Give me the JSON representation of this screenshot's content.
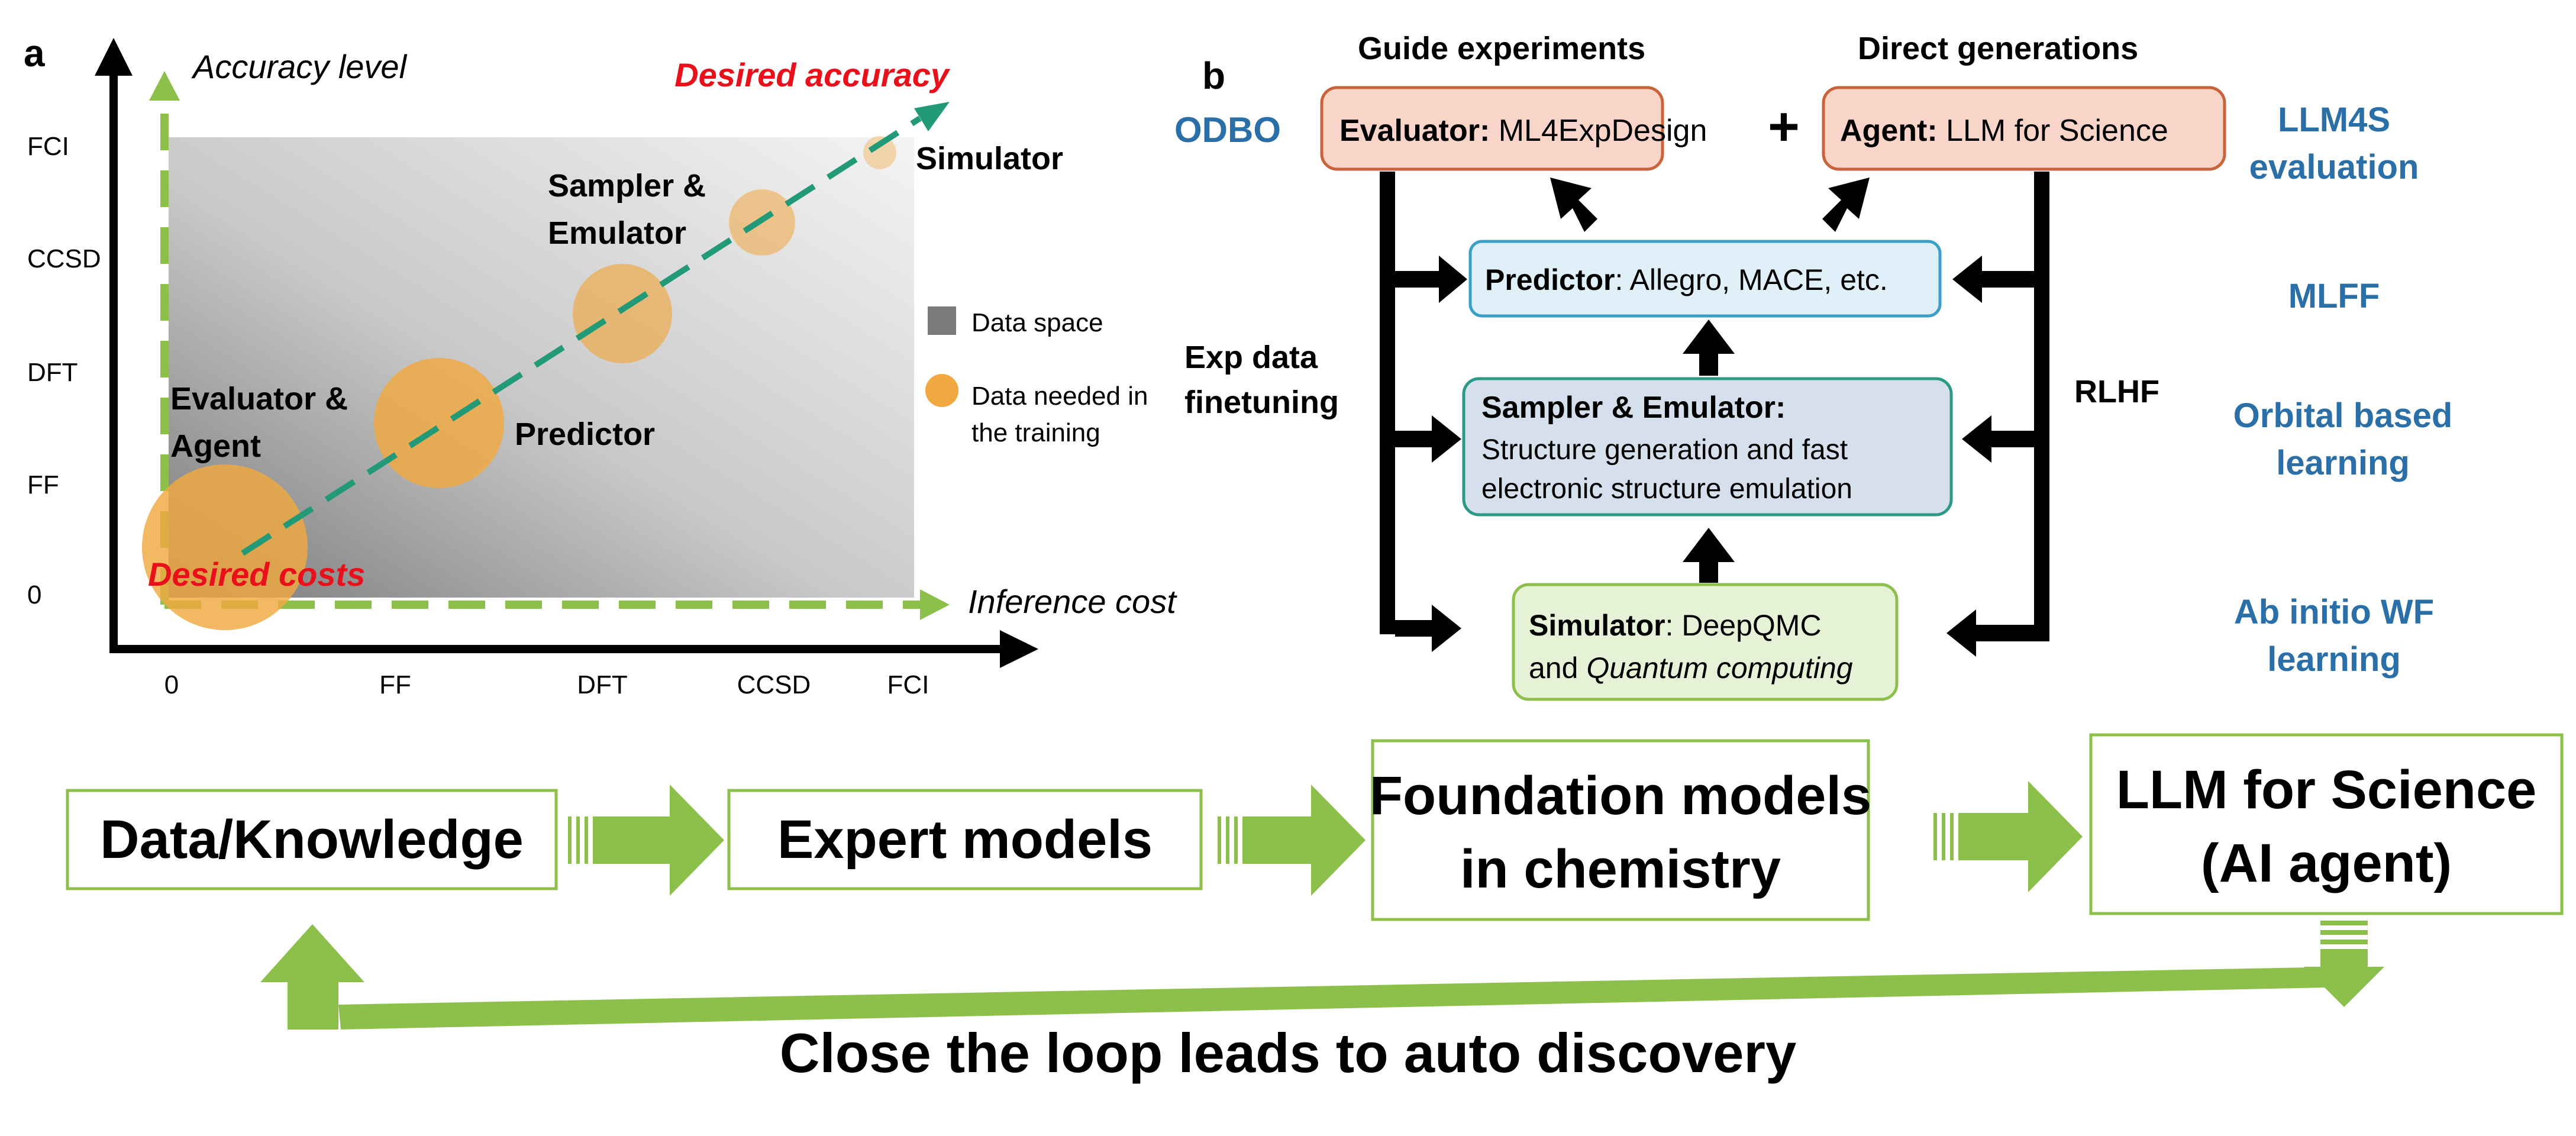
{
  "panel_a": {
    "letter": "a",
    "y_axis_title": "Accuracy level",
    "x_axis_title": "Inference cost",
    "y_ticks": [
      "FCI",
      "CCSD",
      "DFT",
      "FF",
      "0"
    ],
    "x_ticks": [
      "0",
      "FF",
      "DFT",
      "CCSD",
      "FCI"
    ],
    "desired_accuracy": "Desired accuracy",
    "desired_costs": "Desired costs",
    "point_labels": {
      "simulator": "Simulator",
      "sampler_line1": "Sampler &",
      "sampler_line2": "Emulator",
      "predictor": "Predictor",
      "evaluator_line1": "Evaluator &",
      "evaluator_line2": "Agent"
    },
    "legend": {
      "data_space": "Data space",
      "data_needed_line1": "Data needed in",
      "data_needed_line2": "the training"
    }
  },
  "panel_b": {
    "letter": "b",
    "guide_experiments": "Guide experiments",
    "direct_generations": "Direct generations",
    "odbo": "ODBO",
    "plus": "+",
    "evaluator": {
      "bold": "Evaluator:",
      "rest": " ML4ExpDesign"
    },
    "agent": {
      "bold": "Agent:",
      "rest": " LLM for Science"
    },
    "predictor": {
      "bold": "Predictor",
      "rest": ": Allegro, MACE, etc."
    },
    "sampler": {
      "bold": "Sampler & Emulator:",
      "line2": "Structure generation and fast",
      "line3": "electronic structure emulation"
    },
    "simulator": {
      "bold": "Simulator",
      "rest": ": DeepQMC",
      "line2_plain": "and ",
      "line2_italic": "Quantum computing"
    },
    "exp_data_line1": "Exp data",
    "exp_data_line2": "finetuning",
    "rlhf": "RLHF",
    "right_labels": {
      "llm4s_line1": "LLM4S",
      "llm4s_line2": "evaluation",
      "mlff": "MLFF",
      "orbital_line1": "Orbital based",
      "orbital_line2": "learning",
      "abinitio_line1": "Ab initio WF",
      "abinitio_line2": "learning"
    }
  },
  "flow": {
    "box1": "Data/Knowledge",
    "box2": "Expert models",
    "box3_line1": "Foundation models",
    "box3_line2": "in chemistry",
    "box4_line1": "LLM for Science",
    "box4_line2": "(AI agent)",
    "loop_caption": "Close the loop leads to auto discovery"
  },
  "colors": {
    "axis": "#000000",
    "dashed_green": "#8cc04a",
    "trend_teal": "#229977",
    "bubble_orange": "#f0a840",
    "red_text": "#e8101a",
    "blue_text": "#2a6fa8",
    "evaluator_fill": "#f8d5c8",
    "evaluator_border": "#c9633a",
    "predictor_fill": "#dff0f8",
    "predictor_border": "#3aa0c8",
    "sampler_fill": "#d5e0ec",
    "sampler_border": "#2a9a86",
    "simulator_fill": "#e6f2d6",
    "simulator_border": "#8cc04a",
    "flow_green": "#8cc04a"
  }
}
